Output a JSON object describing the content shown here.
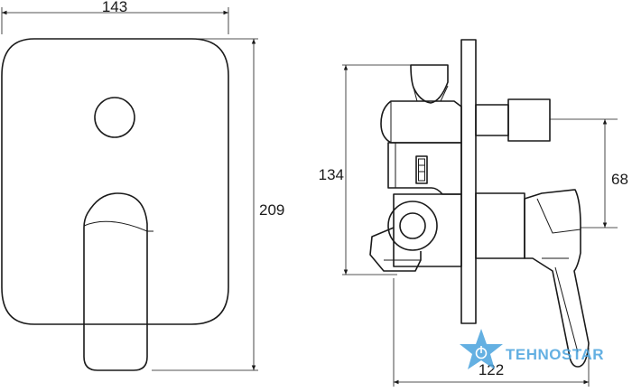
{
  "dimensions": {
    "front_width": "143",
    "front_height": "209",
    "side_height": "134",
    "side_outlet": "68",
    "side_depth": "122"
  },
  "watermark": {
    "brand": "TEHNOSTAR",
    "color": "#4aa3de"
  },
  "colors": {
    "line": "#1a1a1a",
    "background": "#ffffff"
  }
}
